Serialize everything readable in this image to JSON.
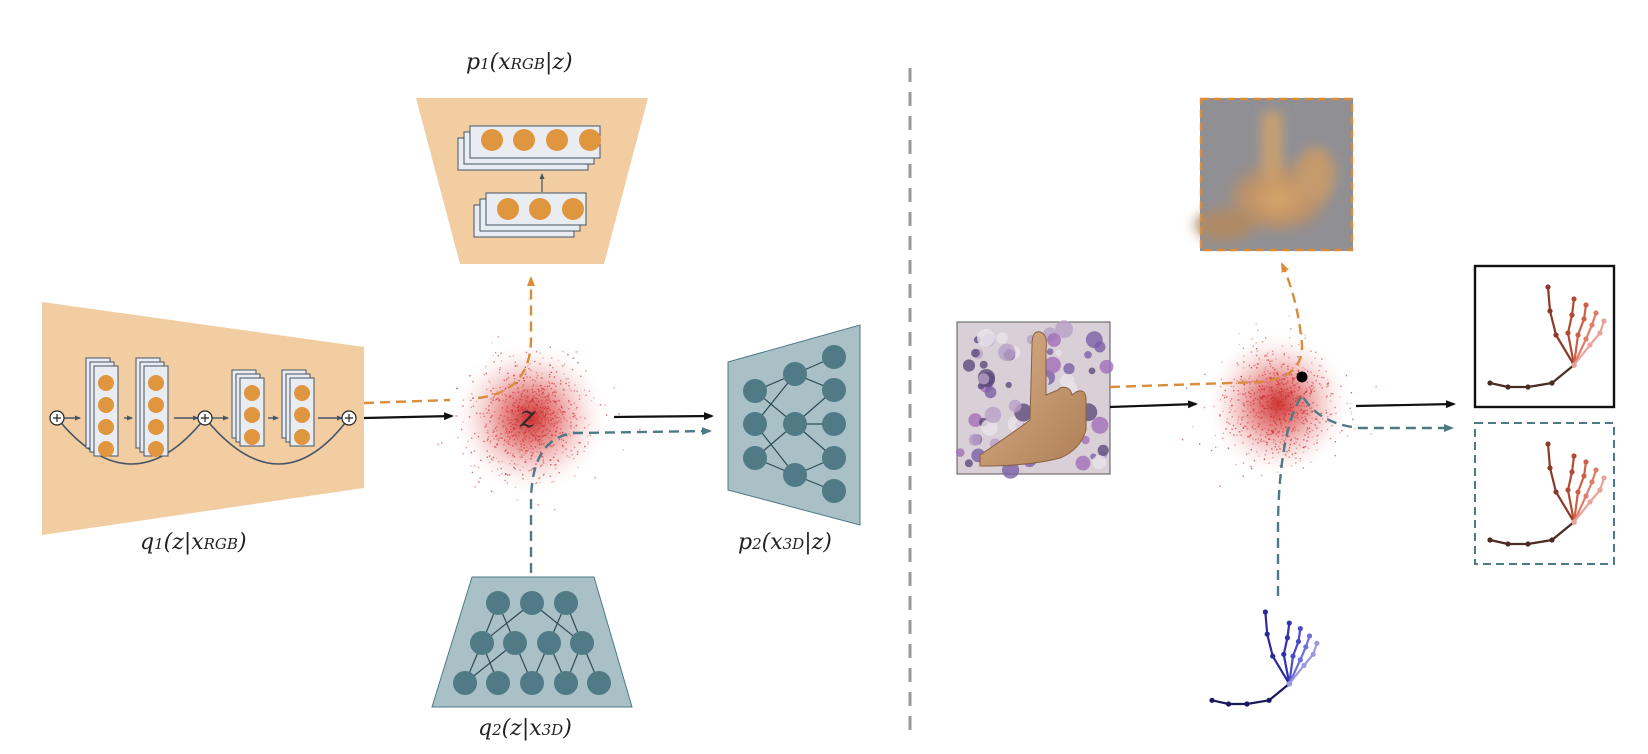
{
  "labels": {
    "q1": "q",
    "q1_rest": "(z|x",
    "q1_sub1": "1",
    "q1_sub2": "RGB",
    "q1_end": ")",
    "p1": "p",
    "p1_sub1": "1",
    "p1_rest": "(x",
    "p1_sub2": "RGB",
    "p1_end": "|z)",
    "p2": "p",
    "p2_sub1": "2",
    "p2_rest": "(x",
    "p2_sub2": "3D",
    "p2_end": "|z)",
    "q2": "q",
    "q2_sub1": "2",
    "q2_rest": "(z|x",
    "q2_sub2": "3D",
    "q2_end": ")",
    "z": "z"
  },
  "colors": {
    "orange_fill": "#f3cda2",
    "orange_dot": "#e0953f",
    "orange_arrow": "#d98c3a",
    "teal_fill": "#a9c0c6",
    "teal_dot": "#4f7a86",
    "teal_arrow": "#4d7a86",
    "latent_red": "#cc2a2a",
    "divider": "#999999",
    "hand_red": "#8a3a2a",
    "hand_blue": "#2a2a9a"
  }
}
